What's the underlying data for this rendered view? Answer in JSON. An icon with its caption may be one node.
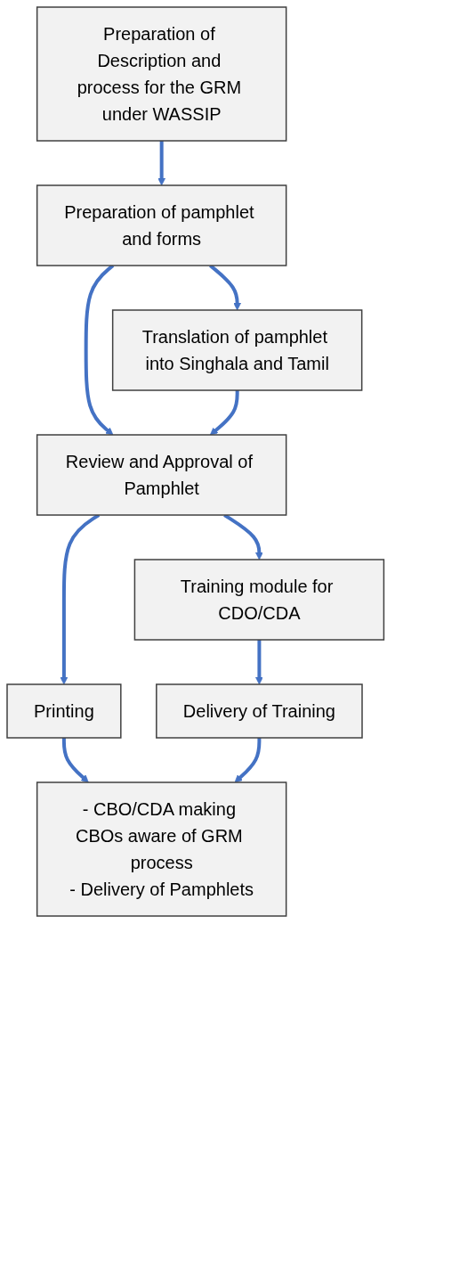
{
  "diagram": {
    "nodes": [
      {
        "text": [
          "Preparation of Description and process for the GRM under WASSIP"
        ]
      },
      {
        "text": [
          "Preparation of pamphlet and forms"
        ]
      },
      {
        "text": [
          "Translation of pamphlet into Singhala and Tamil"
        ]
      },
      {
        "text": [
          "Review and Approval of Pamphlet"
        ]
      },
      {
        "text": [
          "Printing"
        ]
      },
      {
        "text": [
          "Training module for CDO/CDA"
        ]
      },
      {
        "text": [
          "Delivery of Training"
        ]
      },
      {
        "text": [
          "- CBO/CDA making CBOs aware of GRM process",
          "- Delivery of Pamphlets"
        ]
      }
    ],
    "edges": [
      {
        "from": 0,
        "to": 1,
        "arrow": "to"
      },
      {
        "from": 1,
        "to": 2,
        "arrow": "to"
      },
      {
        "from": 1,
        "to": 3,
        "arrow": "to"
      },
      {
        "from": 2,
        "to": 3,
        "arrow": "to"
      },
      {
        "from": 3,
        "to": 4,
        "arrow": "to"
      },
      {
        "from": 3,
        "to": 5,
        "arrow": "to"
      },
      {
        "from": 5,
        "to": 6,
        "arrow": "to"
      },
      {
        "from": 4,
        "to": 7,
        "arrow": "to"
      },
      {
        "from": 6,
        "to": 7,
        "arrow": "to"
      }
    ]
  }
}
